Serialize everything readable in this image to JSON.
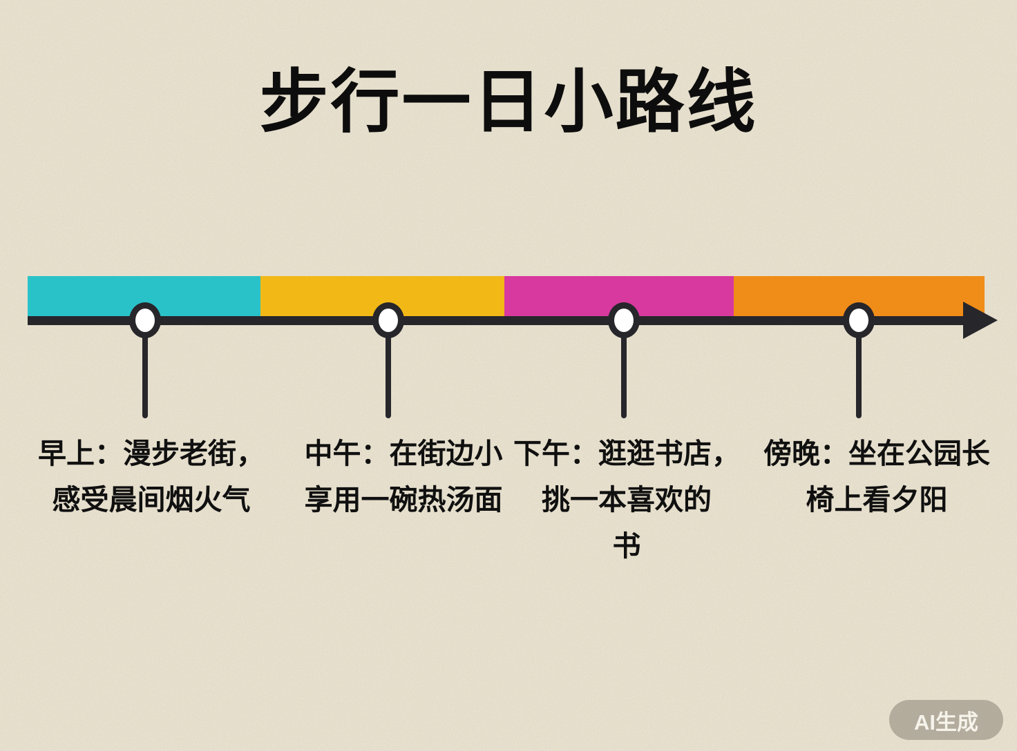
{
  "page": {
    "title": "步行一日小路线",
    "background_color": "#ece5d2",
    "title_color": "#0d0d0d"
  },
  "timeline": {
    "axis_color": "#26262b",
    "marker_fill_color": "#ffffff",
    "marker_border_color": "#26262b",
    "stops": [
      {
        "segment_color": "#29c2c8",
        "lines": [
          "早上：漫步老街，",
          "感受晨间烟火气"
        ]
      },
      {
        "segment_color": "#f2b816",
        "lines": [
          "中午：在街边小",
          "享用一碗热汤面"
        ]
      },
      {
        "segment_color": "#d8399e",
        "lines": [
          "下午：逛逛书店，",
          "挑一本喜欢的",
          "书"
        ]
      },
      {
        "segment_color": "#f08c18",
        "lines": [
          "傍晚：坐在公园长",
          "椅上看夕阳"
        ]
      }
    ]
  },
  "watermark": {
    "label": "AI生成"
  }
}
